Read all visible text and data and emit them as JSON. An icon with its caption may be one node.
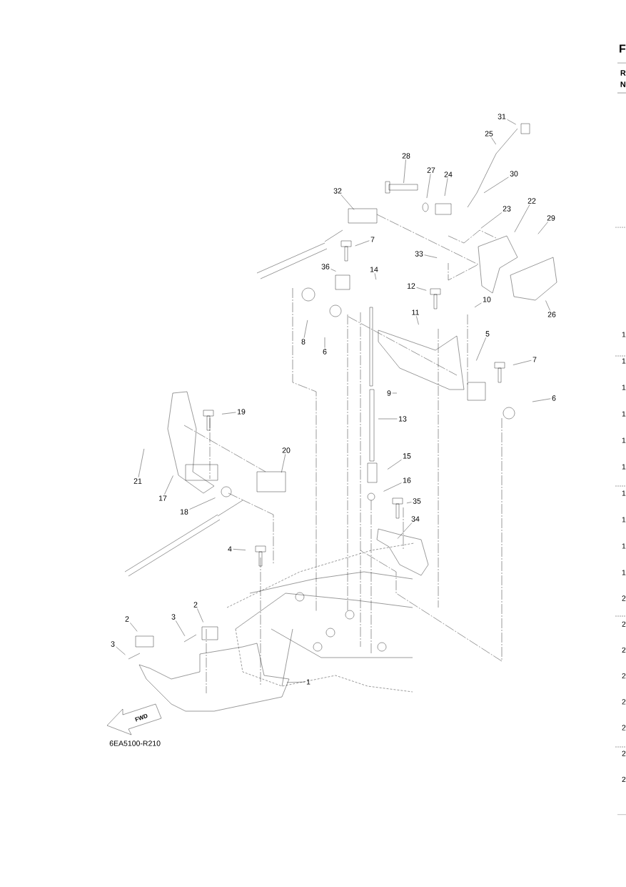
{
  "diagram": {
    "nodes": [
      {
        "text": [
          "31"
        ]
      },
      {
        "text": [
          "25"
        ]
      },
      {
        "text": [
          "28"
        ]
      },
      {
        "text": [
          "27"
        ]
      },
      {
        "text": [
          "24"
        ]
      },
      {
        "text": [
          "30"
        ]
      },
      {
        "text": [
          "32"
        ]
      },
      {
        "text": [
          "22"
        ]
      },
      {
        "text": [
          "23"
        ]
      },
      {
        "text": [
          "29"
        ]
      },
      {
        "text": [
          "33"
        ]
      },
      {
        "text": [
          "7"
        ]
      },
      {
        "text": [
          "36"
        ]
      },
      {
        "text": [
          "14"
        ]
      },
      {
        "text": [
          "12"
        ]
      },
      {
        "text": [
          "10"
        ]
      },
      {
        "text": [
          "11"
        ]
      },
      {
        "text": [
          "26"
        ]
      },
      {
        "text": [
          "8"
        ]
      },
      {
        "text": [
          "6"
        ]
      },
      {
        "text": [
          "5"
        ]
      },
      {
        "text": [
          "7"
        ]
      },
      {
        "text": [
          "9"
        ]
      },
      {
        "text": [
          "6"
        ]
      },
      {
        "text": [
          "19"
        ]
      },
      {
        "text": [
          "13"
        ]
      },
      {
        "text": [
          "20"
        ]
      },
      {
        "text": [
          "15"
        ]
      },
      {
        "text": [
          "21"
        ]
      },
      {
        "text": [
          "16"
        ]
      },
      {
        "text": [
          "17"
        ]
      },
      {
        "text": [
          "18"
        ]
      },
      {
        "text": [
          "35"
        ]
      },
      {
        "text": [
          "34"
        ]
      },
      {
        "text": [
          "4"
        ]
      },
      {
        "text": [
          "2"
        ]
      },
      {
        "text": [
          "3"
        ]
      },
      {
        "text": [
          "2"
        ]
      },
      {
        "text": [
          "3"
        ]
      },
      {
        "text": [
          "1"
        ]
      }
    ],
    "edges": [
      {
        "from": 0,
        "to": null,
        "arrow": "none"
      },
      {
        "from": 1,
        "to": null,
        "arrow": "none"
      },
      {
        "from": 2,
        "to": null,
        "arrow": "none"
      },
      {
        "from": 3,
        "to": null,
        "arrow": "none"
      },
      {
        "from": 4,
        "to": null,
        "arrow": "none"
      },
      {
        "from": 5,
        "to": null,
        "arrow": "none"
      },
      {
        "from": 6,
        "to": null,
        "arrow": "none"
      },
      {
        "from": 7,
        "to": null,
        "arrow": "none"
      },
      {
        "from": 8,
        "to": null,
        "arrow": "none"
      },
      {
        "from": 9,
        "to": null,
        "arrow": "none"
      },
      {
        "from": 10,
        "to": null,
        "arrow": "none"
      },
      {
        "from": 11,
        "to": null,
        "arrow": "none"
      },
      {
        "from": 12,
        "to": null,
        "arrow": "none"
      },
      {
        "from": 13,
        "to": null,
        "arrow": "none"
      },
      {
        "from": 14,
        "to": null,
        "arrow": "none"
      },
      {
        "from": 15,
        "to": null,
        "arrow": "none"
      },
      {
        "from": 16,
        "to": null,
        "arrow": "none"
      },
      {
        "from": 17,
        "to": null,
        "arrow": "none"
      },
      {
        "from": 18,
        "to": null,
        "arrow": "none"
      },
      {
        "from": 19,
        "to": null,
        "arrow": "none"
      },
      {
        "from": 20,
        "to": null,
        "arrow": "none"
      },
      {
        "from": 21,
        "to": null,
        "arrow": "none"
      },
      {
        "from": 22,
        "to": null,
        "arrow": "none"
      },
      {
        "from": 23,
        "to": null,
        "arrow": "none"
      },
      {
        "from": 24,
        "to": null,
        "arrow": "none"
      },
      {
        "from": 25,
        "to": null,
        "arrow": "none"
      },
      {
        "from": 26,
        "to": null,
        "arrow": "none"
      },
      {
        "from": 27,
        "to": null,
        "arrow": "none"
      },
      {
        "from": 28,
        "to": null,
        "arrow": "none"
      },
      {
        "from": 29,
        "to": null,
        "arrow": "none"
      },
      {
        "from": 30,
        "to": null,
        "arrow": "none"
      },
      {
        "from": 31,
        "to": null,
        "arrow": "none"
      },
      {
        "from": 32,
        "to": null,
        "arrow": "none"
      },
      {
        "from": 33,
        "to": null,
        "arrow": "none"
      },
      {
        "from": 34,
        "to": null,
        "arrow": "none"
      },
      {
        "from": 35,
        "to": null,
        "arrow": "none"
      },
      {
        "from": 36,
        "to": null,
        "arrow": "none"
      },
      {
        "from": 37,
        "to": null,
        "arrow": "none"
      },
      {
        "from": 38,
        "to": null,
        "arrow": "none"
      },
      {
        "from": 39,
        "to": null,
        "arrow": "none"
      }
    ],
    "labels": [
      "F",
      "R",
      "N",
      "1",
      "1",
      "1",
      "1",
      "1",
      "1",
      "1",
      "1",
      "1",
      "1",
      "2",
      "2",
      "2",
      "2",
      "2",
      "2",
      "2",
      "2",
      "FWD",
      "6EA5100-R210"
    ]
  }
}
